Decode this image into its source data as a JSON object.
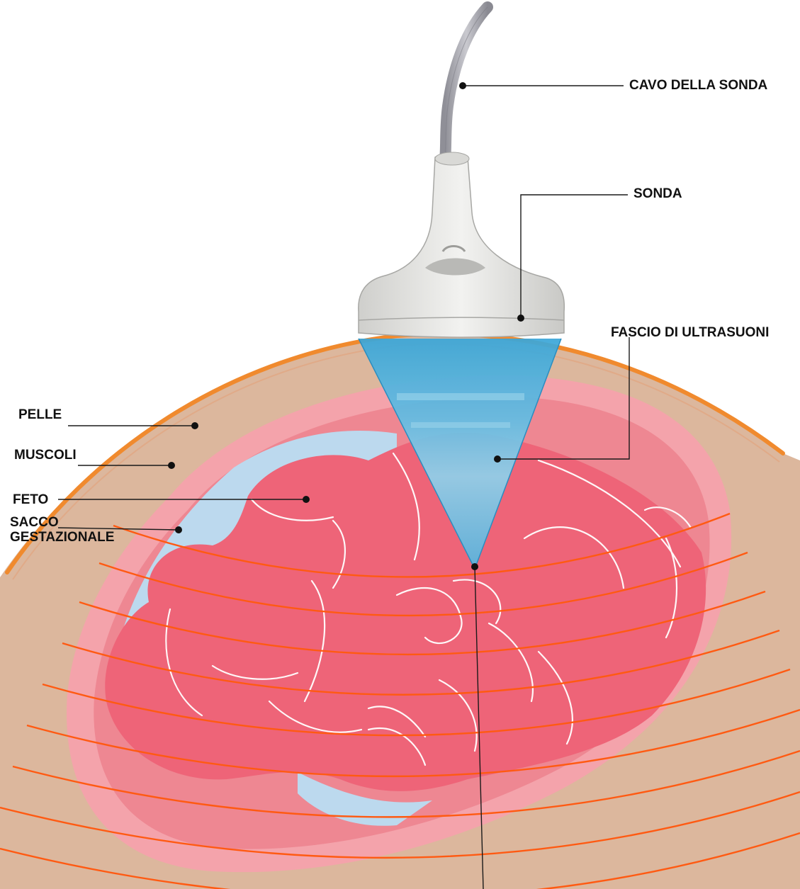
{
  "labels": {
    "cable": "CAVO DELLA SONDA",
    "probe": "SONDA",
    "beam": "FASCIO DI ULTRASUONI",
    "skin": "PELLE",
    "muscles": "MUSCOLI",
    "fetus": "FETO",
    "sac_line1": "SACCO",
    "sac_line2": "GESTAZIONALE"
  },
  "colors": {
    "skin_tone": "#dcb79d",
    "skin_edge": "#f08a2e",
    "uterus": "#f4a3ab",
    "sac": "#ee8792",
    "fluid": "#bcd9ee",
    "fetus": "#ee6478",
    "beam": "#5cb8e0",
    "probe": "#e3e3e1",
    "waves": "#ff5a12",
    "leader": "#1a1a1a"
  },
  "icons": {
    "probe": "ultrasound-probe",
    "cable": "probe-cable",
    "fetus": "fetus",
    "beam": "ultrasound-beam-cone",
    "waves": "ultrasound-waves"
  }
}
